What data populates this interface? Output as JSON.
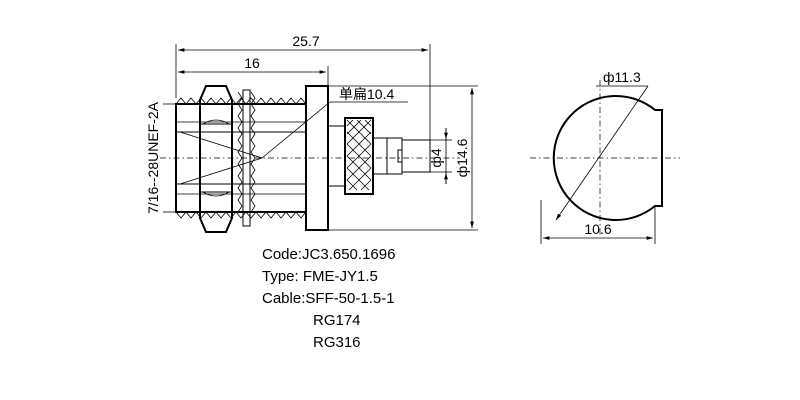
{
  "dimensions": {
    "total_length": "25.7",
    "body_length": "16",
    "flat_width": "单扁10.4",
    "thread": "7/16--28UNEF-2A",
    "pin_diameter": "ф4",
    "flange_diameter": "ф14.6",
    "end_diameter": "ф11.3",
    "end_flat": "10.6"
  },
  "info": {
    "code": "Code:JC3.650.1696",
    "type": "Type: FME-JY1.5",
    "cable": "Cable:SFF-50-1.5-1",
    "cable_alt_1": "RG174",
    "cable_alt_2": "RG316"
  }
}
